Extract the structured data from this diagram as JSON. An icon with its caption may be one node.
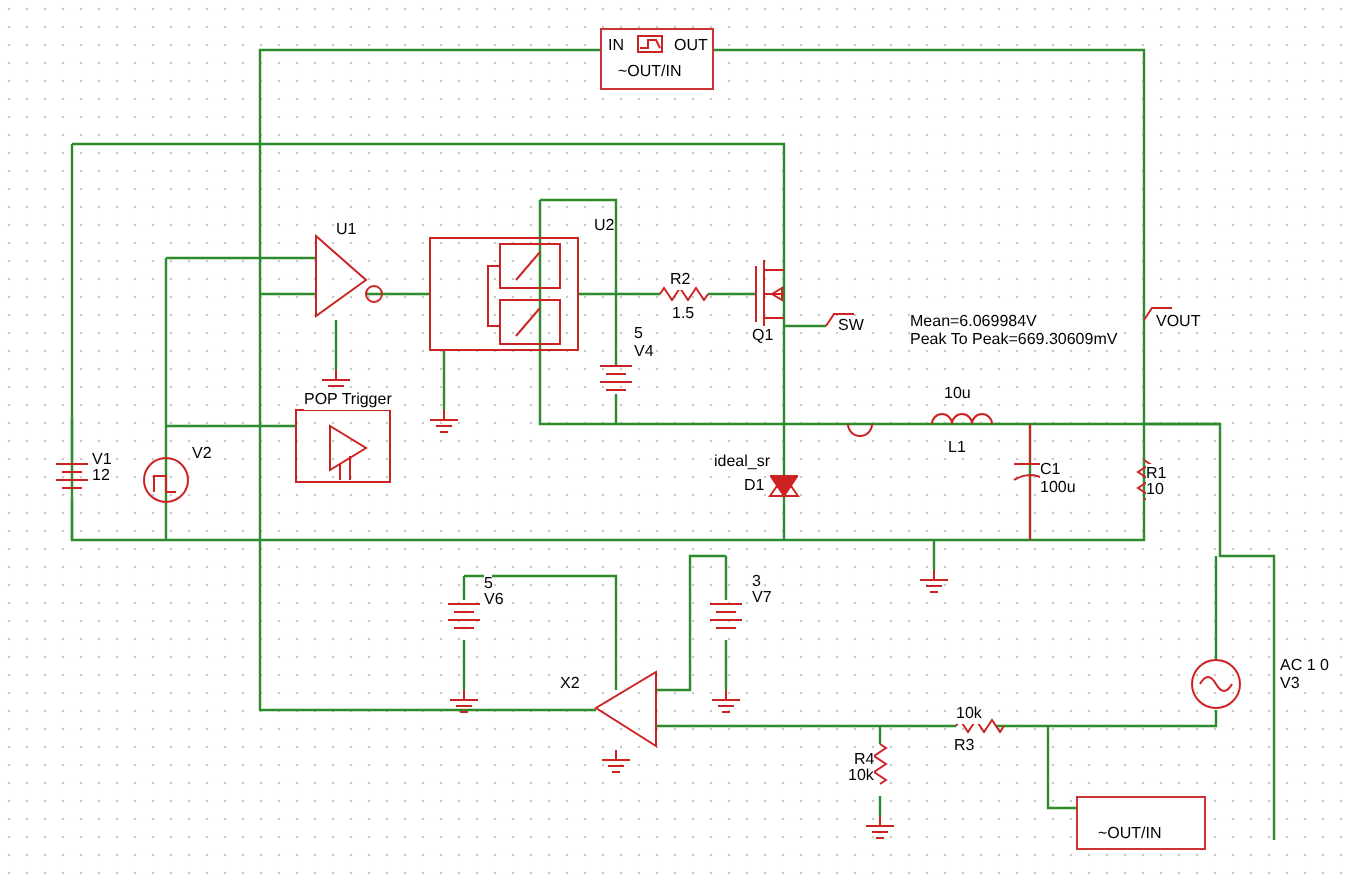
{
  "diagram": {
    "nodes": [
      {
        "text": [
          "IN",
          "OUT",
          "~OUT/IN"
        ]
      },
      {
        "text": [
          "~OUT/IN"
        ]
      }
    ],
    "labels": [
      "U1",
      "U2",
      "R2",
      "1.5",
      "Q1",
      "SW",
      "5",
      "V4",
      "Mean=6.069984V",
      "Peak To Peak=669.30609mV",
      "VOUT",
      "POP Trigger",
      "V1",
      "12",
      "V2",
      "10u",
      "ideal_sr",
      "D1",
      "L1",
      "C1",
      "100u",
      "R1",
      "10",
      "5",
      "V6",
      "3",
      "V7",
      "X2",
      "AC 1 0",
      "V3",
      "10k",
      "R3",
      "R4",
      "10k"
    ]
  }
}
